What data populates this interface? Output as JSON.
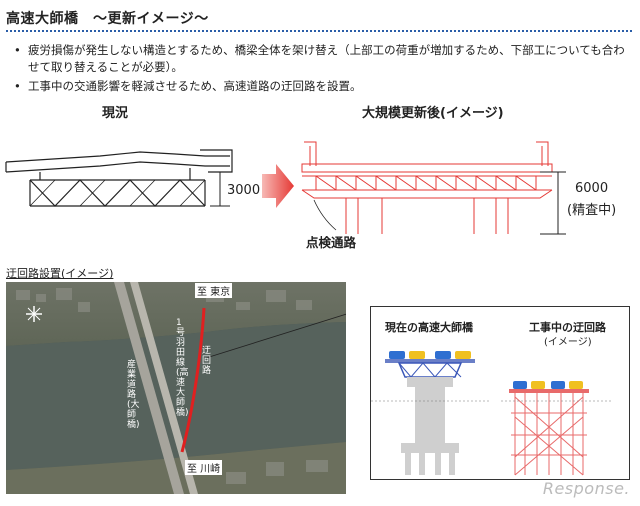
{
  "header": {
    "title": "高速大師橋　～更新イメージ～"
  },
  "bullets": [
    "疲労損傷が発生しない構造とするため、橋梁全体を架け替え（上部工の荷重が増加するため、下部工についても合わせて取り替えることが必要）。",
    "工事中の交通影響を軽減させるため、高速道路の迂回路を設置。"
  ],
  "upper": {
    "current_label": "現況",
    "future_label": "大規模更新後(イメージ)",
    "current_height": "3000",
    "future_height": "6000",
    "future_note": "(精査中)",
    "inspection": "点検通路"
  },
  "map": {
    "title": "迂回路設置(イメージ)",
    "to_tokyo": "至 東京",
    "to_kawasaki": "至 川崎",
    "route1": "1号羽田線(高速大師橋)",
    "detour": "迂回路",
    "road2": "産業道路(大師橋)"
  },
  "inset": {
    "left_label": "現在の高速大師橋",
    "right_label": "工事中の迂回路",
    "right_sub": "(イメージ)"
  },
  "watermark": "Response."
}
